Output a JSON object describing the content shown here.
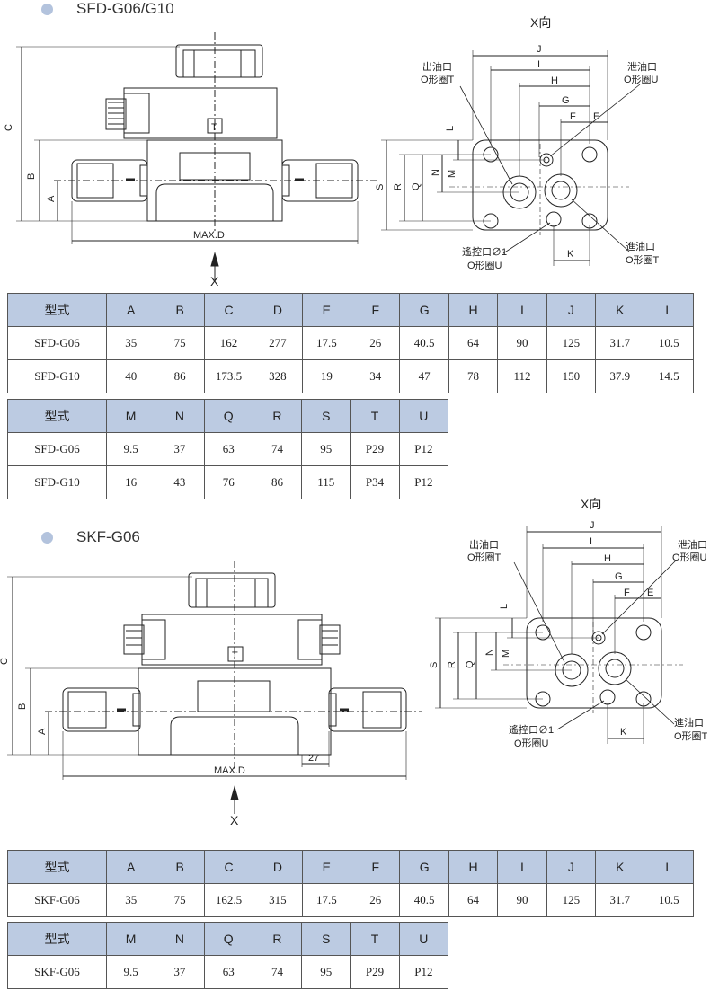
{
  "sections": [
    {
      "title": "SFD-G06/G10",
      "view_title": "X向",
      "side_labels": {
        "a": "A",
        "b": "B",
        "c": "C",
        "maxd": "MAX.D",
        "x": "X",
        "t": "T"
      },
      "port_labels": {
        "out": "出油口",
        "out_o": "O形圈T",
        "drain": "泄油口",
        "drain_o": "O形圈U",
        "pilot": "遙控口∅1",
        "pilot_o": "O形圈U",
        "in": "進油口",
        "in_o": "O形圈T"
      },
      "dim_letters": {
        "j": "J",
        "i": "I",
        "h": "H",
        "g": "G",
        "f": "F",
        "e": "E",
        "l": "L",
        "n": "N",
        "m": "M",
        "q": "Q",
        "r": "R",
        "s": "S",
        "k": "K"
      },
      "tables": [
        {
          "header": [
            "型式",
            "A",
            "B",
            "C",
            "D",
            "E",
            "F",
            "G",
            "H",
            "I",
            "J",
            "K",
            "L"
          ],
          "rows": [
            [
              "SFD-G06",
              "35",
              "75",
              "162",
              "277",
              "17.5",
              "26",
              "40.5",
              "64",
              "90",
              "125",
              "31.7",
              "10.5"
            ],
            [
              "SFD-G10",
              "40",
              "86",
              "173.5",
              "328",
              "19",
              "34",
              "47",
              "78",
              "112",
              "150",
              "37.9",
              "14.5"
            ]
          ]
        },
        {
          "header": [
            "型式",
            "M",
            "N",
            "Q",
            "R",
            "S",
            "T",
            "U"
          ],
          "rows": [
            [
              "SFD-G06",
              "9.5",
              "37",
              "63",
              "74",
              "95",
              "P29",
              "P12"
            ],
            [
              "SFD-G10",
              "16",
              "43",
              "76",
              "86",
              "115",
              "P34",
              "P12"
            ]
          ]
        }
      ]
    },
    {
      "title": "SKF-G06",
      "view_title": "X向",
      "side_labels": {
        "a": "A",
        "b": "B",
        "c": "C",
        "maxd": "MAX.D",
        "x": "X",
        "t": "T",
        "dim27": "27"
      },
      "port_labels": {
        "out": "出油口",
        "out_o": "O形圈T",
        "drain": "泄油口",
        "drain_o": "O形圈U",
        "pilot": "遙控口∅1",
        "pilot_o": "O形圈U",
        "in": "進油口",
        "in_o": "O形圈T"
      },
      "dim_letters": {
        "j": "J",
        "i": "I",
        "h": "H",
        "g": "G",
        "f": "F",
        "e": "E",
        "l": "L",
        "n": "N",
        "m": "M",
        "q": "Q",
        "r": "R",
        "s": "S",
        "k": "K"
      },
      "tables": [
        {
          "header": [
            "型式",
            "A",
            "B",
            "C",
            "D",
            "E",
            "F",
            "G",
            "H",
            "I",
            "J",
            "K",
            "L"
          ],
          "rows": [
            [
              "SKF-G06",
              "35",
              "75",
              "162.5",
              "315",
              "17.5",
              "26",
              "40.5",
              "64",
              "90",
              "125",
              "31.7",
              "10.5"
            ]
          ]
        },
        {
          "header": [
            "型式",
            "M",
            "N",
            "Q",
            "R",
            "S",
            "T",
            "U"
          ],
          "rows": [
            [
              "SKF-G06",
              "9.5",
              "37",
              "63",
              "74",
              "95",
              "P29",
              "P12"
            ]
          ]
        }
      ]
    }
  ]
}
